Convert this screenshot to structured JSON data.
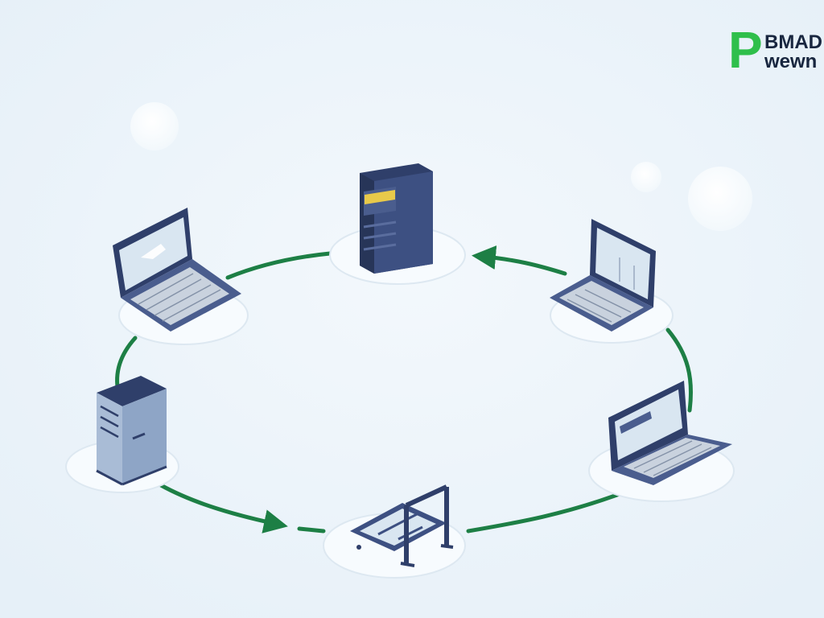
{
  "logo": {
    "letter": "P",
    "line1": "BMAD",
    "line2": "wewn"
  },
  "colors": {
    "background": "#edf5fb",
    "ring": "#1d7f45",
    "device_dark": "#2f3f6a",
    "device_mid": "#4a5d8e",
    "screen": "#d9e6f1",
    "keys": "#c9d2de",
    "pad": "#f7fbfe",
    "pad_edge": "#dde8f1",
    "accent_yellow": "#e8c94a",
    "logo_green": "#2fbf4b",
    "logo_dark": "#18263f"
  },
  "nodes": [
    {
      "id": "server-top",
      "kind": "server",
      "icon": "server-tower-icon"
    },
    {
      "id": "laptop-top-right",
      "kind": "laptop",
      "icon": "laptop-icon"
    },
    {
      "id": "laptop-bottom-right",
      "kind": "laptop",
      "icon": "laptop-icon"
    },
    {
      "id": "device-bottom",
      "kind": "stand",
      "icon": "tablet-stand-icon"
    },
    {
      "id": "server-left",
      "kind": "server",
      "icon": "server-cabinet-icon"
    },
    {
      "id": "laptop-top-left",
      "kind": "laptop",
      "icon": "laptop-icon"
    }
  ],
  "links": [
    {
      "from": "laptop-top-left",
      "to": "server-top",
      "arrow": false
    },
    {
      "from": "laptop-top-right",
      "to": "server-top",
      "arrow": true
    },
    {
      "from": "laptop-top-right",
      "to": "laptop-bottom-right",
      "arrow": false
    },
    {
      "from": "laptop-bottom-right",
      "to": "device-bottom",
      "arrow": false
    },
    {
      "from": "server-left",
      "to": "device-bottom",
      "arrow": true
    },
    {
      "from": "laptop-top-left",
      "to": "server-left",
      "arrow": false
    }
  ]
}
